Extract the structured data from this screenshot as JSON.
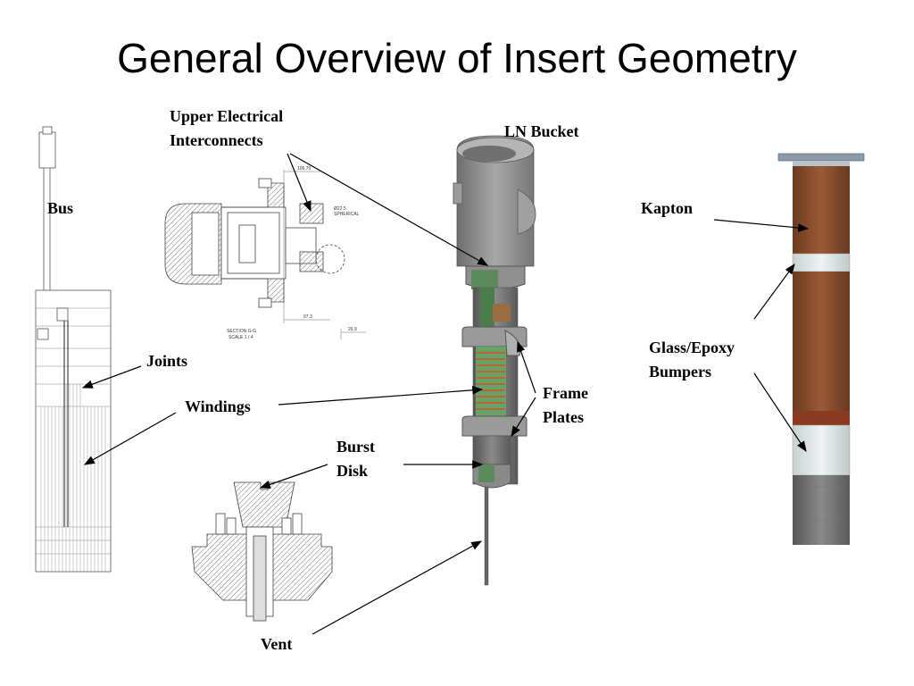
{
  "title": "General Overview of Insert Geometry",
  "labels": {
    "upper_electrical": "Upper Electrical\nInterconnects",
    "ln_bucket": "LN Bucket",
    "bus": "Bus",
    "kapton": "Kapton",
    "joints": "Joints",
    "glass_epoxy": "Glass/Epoxy\nBumpers",
    "windings": "Windings",
    "frame_plates": "Frame\nPlates",
    "burst_disk": "Burst\nDisk",
    "vent": "Vent"
  },
  "drawing_text": {
    "section": "SECTION G-G",
    "scale": "SCALE 1 / 4",
    "dim_top": "106.70",
    "dim_dia": "Ø22.5",
    "spherical": "SPHERICAL",
    "dim_bottom": "97.3",
    "dim_small": "26.9"
  },
  "colors": {
    "kapton": "#8a4a2a",
    "steel": "#8c8c8c",
    "copper": "#c97a3a",
    "glass": "#d8e0e0"
  }
}
